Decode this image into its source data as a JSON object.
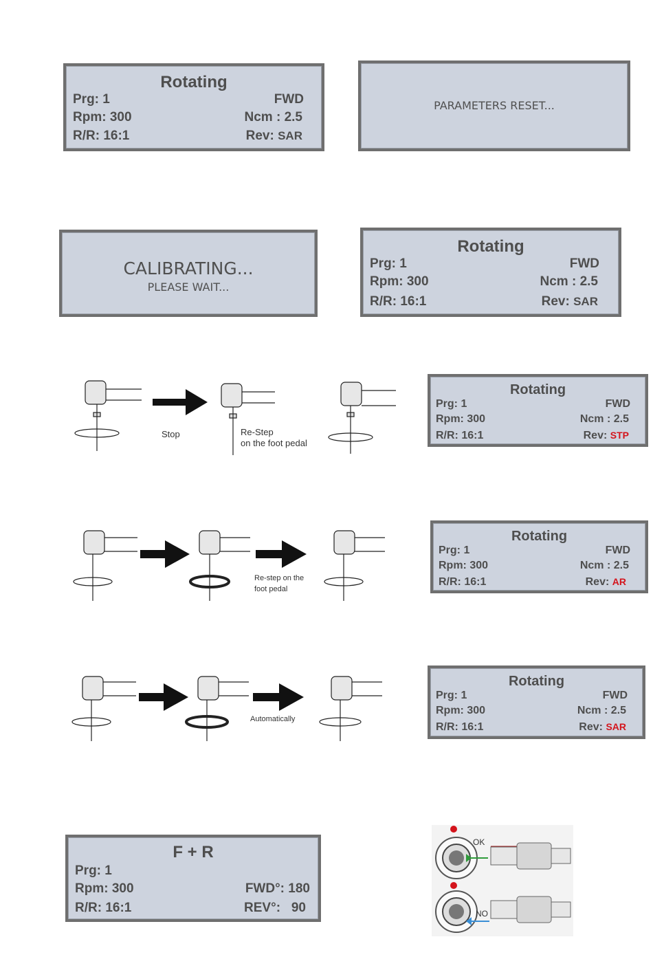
{
  "screens": {
    "s1": {
      "title": "Rotating",
      "prg": "Prg: 1",
      "dir": "FWD",
      "rpm": "Rpm: 300",
      "ncm_label": "Ncm :",
      "ncm_value": "2.5",
      "rr": "R/R: 16:1",
      "rev_label": "Rev:",
      "rev_value": "SAR"
    },
    "s2": {
      "message": "PARAMETERS RESET..."
    },
    "s3": {
      "line1": "CALIBRATING...",
      "line2": "PLEASE WAIT..."
    },
    "s4": {
      "title": "Rotating",
      "prg": "Prg: 1",
      "dir": "FWD",
      "rpm": "Rpm: 300",
      "ncm_label": "Ncm :",
      "ncm_value": "2.5",
      "rr": "R/R: 16:1",
      "rev_label": "Rev:",
      "rev_value": "SAR"
    },
    "s5": {
      "title": "Rotating",
      "prg": "Prg: 1",
      "dir": "FWD",
      "rpm": "Rpm: 300",
      "ncm_label": "Ncm :",
      "ncm_value": "2.5",
      "rr": "R/R: 16:1",
      "rev_label": "Rev:",
      "rev_value": "STP"
    },
    "s6": {
      "title": "Rotating",
      "prg": "Prg: 1",
      "dir": "FWD",
      "rpm": "Rpm: 300",
      "ncm_label": "Ncm :",
      "ncm_value": "2.5",
      "rr": "R/R: 16:1",
      "rev_label": "Rev:",
      "rev_value": "AR"
    },
    "s7": {
      "title": "Rotating",
      "prg": "Prg: 1",
      "dir": "FWD",
      "rpm": "Rpm: 300",
      "ncm_label": "Ncm :",
      "ncm_value": "2.5",
      "rr": "R/R: 16:1",
      "rev_label": "Rev:",
      "rev_value": "SAR"
    },
    "s8": {
      "title": "F + R",
      "prg": "Prg: 1",
      "rpm": "Rpm: 300",
      "fwd": "FWD°: 180",
      "rr": "R/R: 16:1",
      "rev": "REV°:   90"
    }
  },
  "diagrams": {
    "d1": {
      "caption_stop": "Stop",
      "caption_restep1": "Re-Step",
      "caption_restep2": "on the foot pedal"
    },
    "d2": {
      "caption1": "Re-step on the",
      "caption2": "foot pedal"
    },
    "d3": {
      "caption": "Automatically"
    },
    "connector": {
      "ok": "OK",
      "no": "NO"
    }
  },
  "colors": {
    "lcd_bg": "#cdd3de",
    "lcd_border": "#6f6f6f",
    "lcd_text": "#4e4e4e",
    "highlight": "#d4141c",
    "ok_arrow": "#2e9b3a",
    "no_arrow": "#3a8fd6"
  }
}
